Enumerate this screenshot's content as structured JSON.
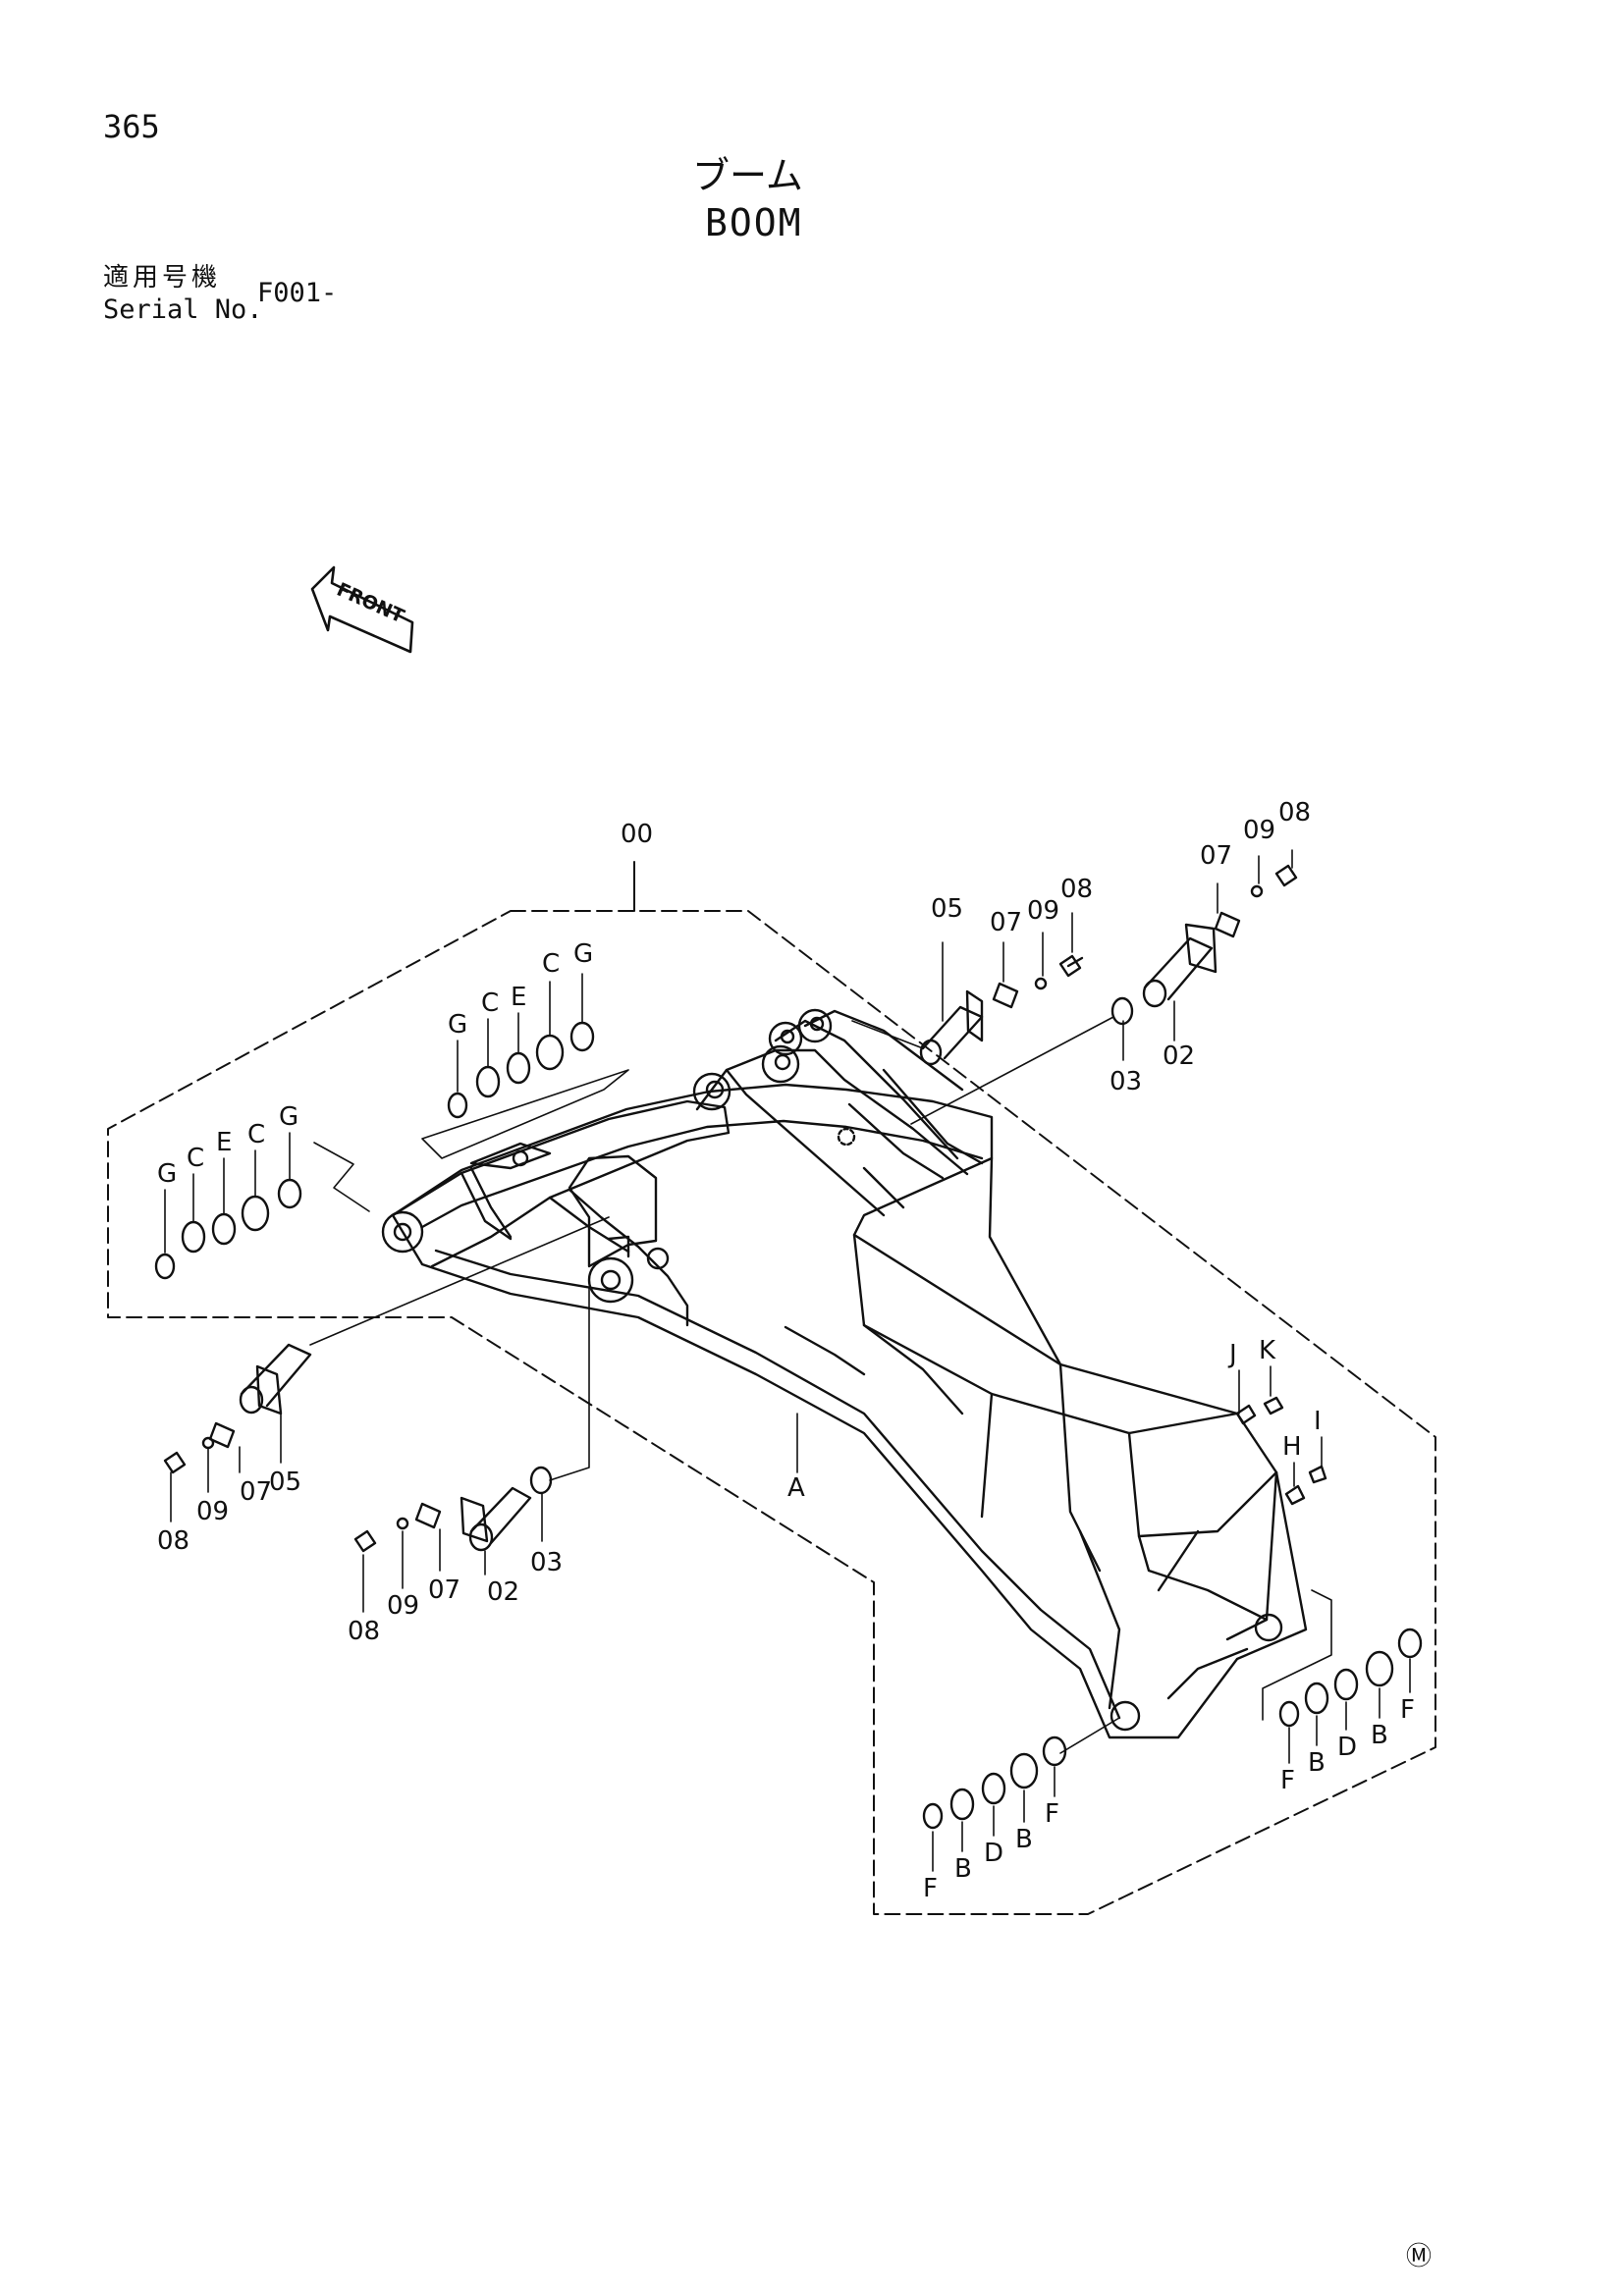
{
  "header": {
    "page_number": "365",
    "title_jp": "ブーム",
    "title_en": "BOOM",
    "serial_label_jp": "適用号機",
    "serial_label_en": "Serial No.",
    "serial_value": "F001-"
  },
  "front_indicator": "FRONT",
  "callouts": {
    "assembly": "00",
    "boom": "A",
    "pin_02": "02",
    "ring_03": "03",
    "pin_05": "05",
    "plate_07": "07",
    "bolt_08": "08",
    "washer_09": "09",
    "b": "B",
    "c": "C",
    "d": "D",
    "e": "E",
    "f": "F",
    "g": "G",
    "h": "H",
    "i": "I",
    "j": "J",
    "k": "K"
  },
  "footer_mark": "Ⓜ"
}
